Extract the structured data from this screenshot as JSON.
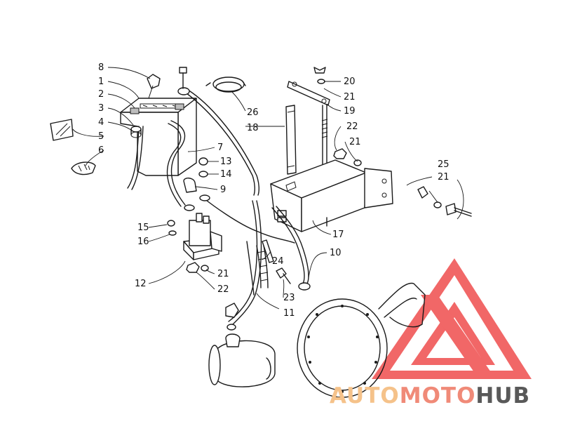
{
  "callouts": {
    "c1": "1",
    "c2": "2",
    "c3": "3",
    "c4": "4",
    "c5": "5",
    "c6": "6",
    "c7": "7",
    "c8": "8",
    "c9": "9",
    "c10": "10",
    "c11": "11",
    "c12": "12",
    "c13": "13",
    "c14": "14",
    "c15": "15",
    "c16": "16",
    "c17": "17",
    "c18": "18",
    "c19": "19",
    "c20": "20",
    "c21a": "21",
    "c21b": "21",
    "c21c": "21",
    "c21d": "21",
    "c22a": "22",
    "c22b": "22",
    "c23": "23",
    "c24": "24",
    "c25": "25",
    "c26": "26"
  },
  "watermark": {
    "part1": "AUTO",
    "part2": "MOTO",
    "part3": "HUB",
    "color_light": "#f5c28a",
    "color_mid": "#f08a78",
    "color_dark": "#595959",
    "logo_color": "#ef4d4d"
  }
}
